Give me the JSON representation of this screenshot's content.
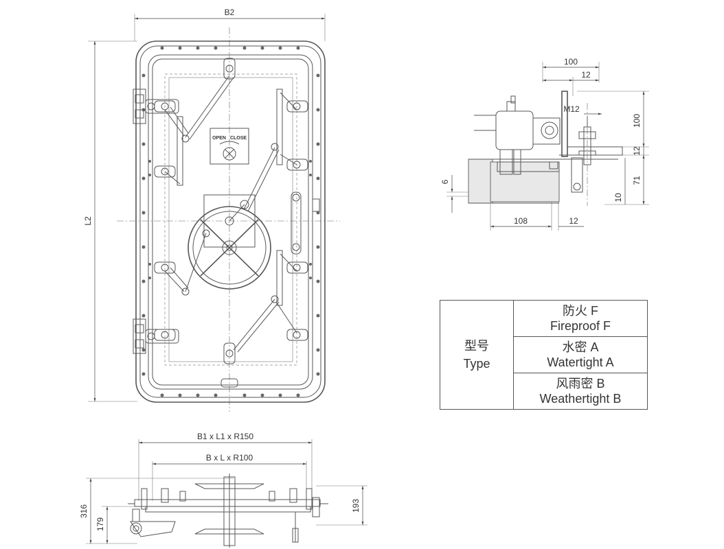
{
  "dimensions": {
    "front_width": "B2",
    "front_height": "L2",
    "plan_outer": "B1 x L1 x R150",
    "plan_inner": "B x L x R100",
    "plan_height_total": "316",
    "plan_height_lower": "179",
    "plan_height_right": "193",
    "detail_width": "100",
    "detail_top_small": "12",
    "detail_bolt": "M12",
    "detail_height": "100",
    "detail_gap": "12",
    "detail_left_6": "6",
    "detail_71": "71",
    "detail_10": "10",
    "detail_108": "108",
    "detail_bottom_12": "12"
  },
  "plate_label": {
    "open": "OPEN",
    "close": "CLOSE"
  },
  "type_table": {
    "header_cn": "型号",
    "header_en": "Type",
    "rows": [
      {
        "cn": "防火  F",
        "en": "Fireproof F"
      },
      {
        "cn": "水密  A",
        "en": "Watertight A"
      },
      {
        "cn": "风雨密 B",
        "en": "Weathertight B"
      }
    ]
  }
}
